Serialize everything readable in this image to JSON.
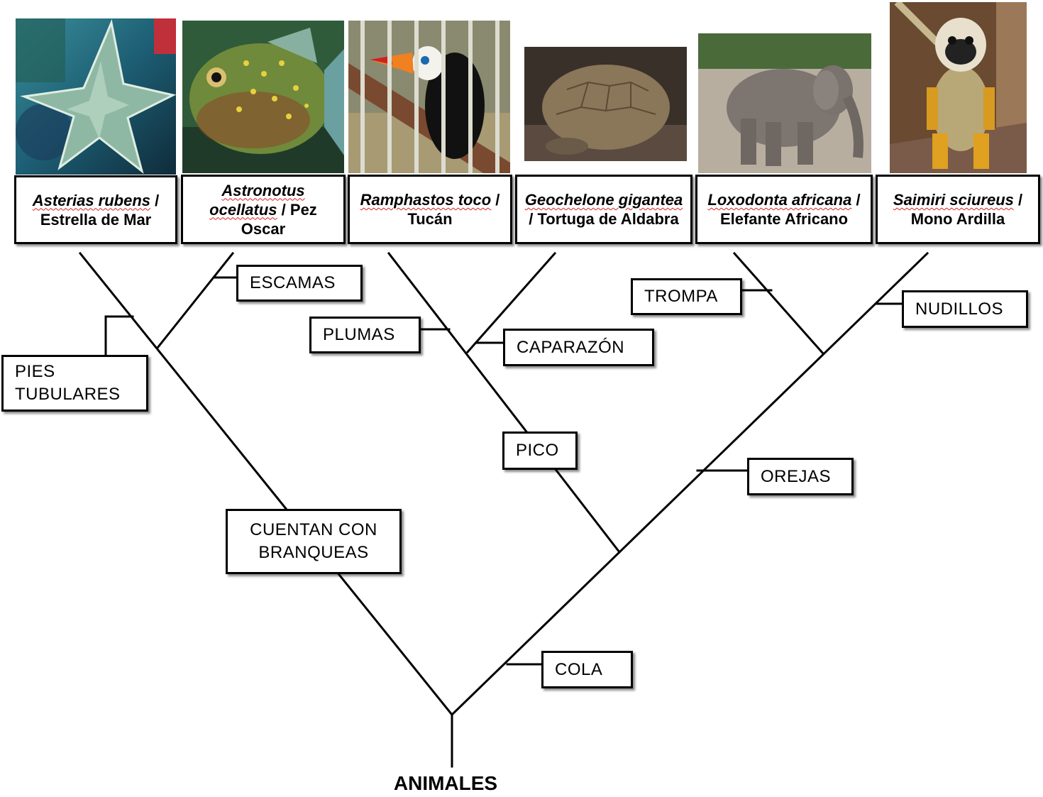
{
  "root_label": "ANIMALES",
  "species": [
    {
      "sci": "Asterias rubens",
      "common_pre": " / ",
      "common": "Estrella de Mar",
      "photo": "starfish-photo"
    },
    {
      "sci": "Astronotus ocellatus",
      "common_pre": " / ",
      "common": "Pez Oscar",
      "photo": "fish-photo"
    },
    {
      "sci": "Ramphastos toco",
      "common_pre": " / ",
      "common": "Tucán",
      "photo": "toucan-photo"
    },
    {
      "sci": "Geochelone gigantea",
      "common_pre": " / ",
      "common": "Tortuga de Aldabra",
      "photo": "tortoise-photo"
    },
    {
      "sci": "Loxodonta africana",
      "common_pre": " / ",
      "common": "Elefante Africano",
      "photo": "elephant-photo"
    },
    {
      "sci": "Saimiri sciureus",
      "common_pre": " / ",
      "common": "Mono Ardilla",
      "photo": "monkey-photo"
    }
  ],
  "traits": {
    "escamas": "ESCAMAS",
    "pies_1": "PIES",
    "pies_2": "TUBULARES",
    "plumas": "PLUMAS",
    "caparazon": "CAPARAZÓN",
    "trompa": "TROMPA",
    "nudillos": "NUDILLOS",
    "pico": "PICO",
    "orejas": "OREJAS",
    "branqueas_1": "CUENTAN CON",
    "branqueas_2": "BRANQUEAS",
    "cola": "COLA"
  }
}
